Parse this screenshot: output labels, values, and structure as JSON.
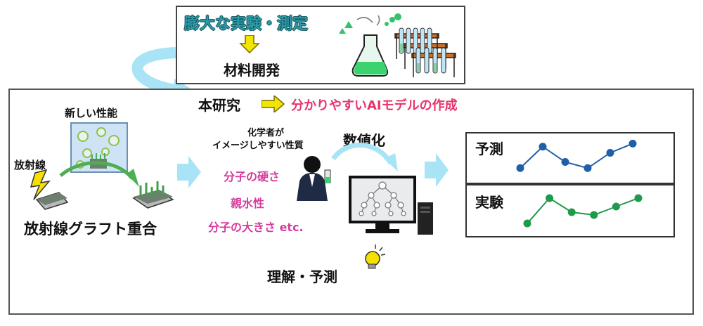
{
  "top": {
    "title": "膨大な実験・測定",
    "result": "材料開発"
  },
  "main": {
    "research_label": "本研究",
    "research_goal": "分かりやすいAIモデルの作成",
    "new_performance": "新しい性能",
    "radiation": "放射線",
    "graft": "放射線グラフト重合",
    "chemist_label_line1": "化学者が",
    "chemist_label_line2": "イメージしやすい性質",
    "properties": [
      "分子の硬さ",
      "親水性",
      "分子の大きさ etc."
    ],
    "digitize": "数値化",
    "understand_predict": "理解・予測"
  },
  "charts": {
    "predict_title": "予測",
    "experiment_title": "実験"
  },
  "chart_data": [
    {
      "type": "line",
      "title": "予測",
      "x": [
        1,
        2,
        3,
        4,
        5,
        6
      ],
      "series": [
        {
          "values": [
            1.2,
            2.6,
            1.6,
            1.2,
            2.2,
            2.8
          ],
          "color": "#1f5fa8"
        }
      ]
    },
    {
      "type": "line",
      "title": "実験",
      "x": [
        1,
        2,
        3,
        4,
        5,
        6
      ],
      "series": [
        {
          "values": [
            1.0,
            2.8,
            1.8,
            1.6,
            2.2,
            2.8
          ],
          "color": "#1f9a4a"
        }
      ]
    }
  ],
  "colors": {
    "arrow_cyan": "#a8e4f5",
    "arrow_yellow": "#f0e000",
    "pink_text": "#d63c9e",
    "title_pink": "#e8336b",
    "teal_text": "#2e9aa6"
  }
}
